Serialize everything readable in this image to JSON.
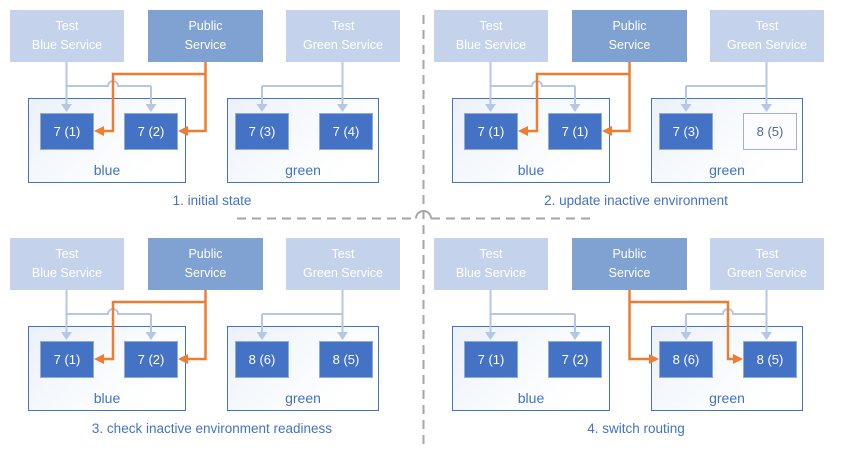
{
  "colors": {
    "pod_fill": "#4472C4",
    "pod_updating_border": "#9FB2D3",
    "public_service_fill": "#7FA2D3",
    "test_service_fill": "#C4D3EB",
    "wire_blue": "#B4C7E7",
    "route_orange": "#ED7D31",
    "env_border": "#4472C4",
    "caption_text": "#4472C4",
    "divider_gray": "#A6A6A6"
  },
  "services": {
    "test_blue": "Test\nBlue Service",
    "public": "Public\nService",
    "test_green": "Test\nGreen Service"
  },
  "environments": {
    "left": "blue",
    "right": "green"
  },
  "quadrants": [
    {
      "caption": "1. initial state",
      "public_routes_to": "blue",
      "blue_pods": [
        {
          "label": "7 (1)"
        },
        {
          "label": "7 (2)"
        }
      ],
      "green_pods": [
        {
          "label": "7 (3)"
        },
        {
          "label": "7 (4)"
        }
      ]
    },
    {
      "caption": "2. update inactive environment",
      "public_routes_to": "blue",
      "blue_pods": [
        {
          "label": "7 (1)"
        },
        {
          "label": "7 (1)"
        }
      ],
      "green_pods": [
        {
          "label": "7 (3)"
        },
        {
          "label": "8 (5)",
          "state": "updating"
        }
      ]
    },
    {
      "caption": "3. check inactive environment readiness",
      "public_routes_to": "blue",
      "blue_pods": [
        {
          "label": "7 (1)"
        },
        {
          "label": "7 (2)"
        }
      ],
      "green_pods": [
        {
          "label": "8 (6)"
        },
        {
          "label": "8 (5)"
        }
      ]
    },
    {
      "caption": "4. switch routing",
      "public_routes_to": "green",
      "blue_pods": [
        {
          "label": "7 (1)"
        },
        {
          "label": "7 (2)"
        }
      ],
      "green_pods": [
        {
          "label": "8 (6)"
        },
        {
          "label": "8 (5)"
        }
      ]
    }
  ]
}
